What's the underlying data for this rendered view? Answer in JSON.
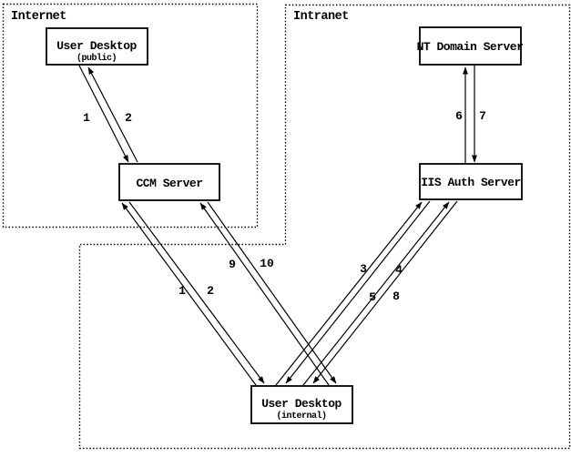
{
  "diagram": {
    "title_implicit": "",
    "colors": {
      "ink": "#000000",
      "background": "#ffffff"
    },
    "zones": [
      {
        "label": "Internet"
      },
      {
        "label": "Intranet"
      }
    ],
    "nodes": [
      {
        "title": "User Desktop",
        "subtitle": "(public)",
        "zone": "Internet"
      },
      {
        "title": "CCM Server",
        "zone": "Internet"
      },
      {
        "title": "NT Domain Server",
        "zone": "Intranet"
      },
      {
        "title": "IIS Auth Server",
        "zone": "Intranet"
      },
      {
        "title": "User Desktop",
        "subtitle": "(internal)",
        "zone": "Intranet"
      }
    ],
    "edges": [
      {
        "from": "User Desktop (public)",
        "to": "CCM Server",
        "labels": [
          "1",
          "2"
        ]
      },
      {
        "from": "User Desktop (internal)",
        "to": "CCM Server",
        "labels": [
          "1",
          "2"
        ]
      },
      {
        "from": "User Desktop (internal)",
        "to": "CCM Server",
        "labels": [
          "9",
          "10"
        ]
      },
      {
        "from": "User Desktop (internal)",
        "to": "IIS Auth Server",
        "labels": [
          "3",
          "4"
        ]
      },
      {
        "from": "User Desktop (internal)",
        "to": "IIS Auth Server",
        "labels": [
          "5",
          "8"
        ]
      },
      {
        "from": "IIS Auth Server",
        "to": "NT Domain Server",
        "labels": [
          "6",
          "7"
        ]
      }
    ]
  }
}
